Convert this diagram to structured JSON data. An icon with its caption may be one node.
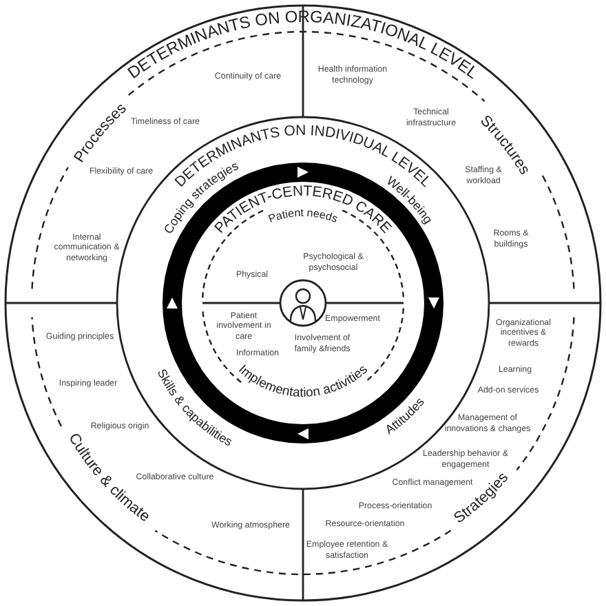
{
  "diagram": {
    "nodes": [
      {
        "text": [
          "DETERMINANTS ON ORGANIZATIONAL LEVEL",
          "Processes",
          "Continuity of care",
          "Timeliness of care",
          "Flexibility of care",
          "Internal communication & networking",
          "Structures",
          "Health information technology",
          "Technical infrastructure",
          "Staffing & workload",
          "Rooms & buildings",
          "Culture & climate",
          "Guiding principles",
          "Inspiring leader",
          "Religious origin",
          "Collaborative culture",
          "Working atmosphere",
          "Strategies",
          "Organizational incentives & rewards",
          "Learning",
          "Add-on services",
          "Management of innovations & changes",
          "Leadership behavior & engagement",
          "Conflict management",
          "Process-orientation",
          "Resource-orientation",
          "Employee retention & satisfaction"
        ]
      },
      {
        "text": [
          "DETERMINANTS ON INDIVIDUAL LEVEL",
          "Coping strategies",
          "Well-being",
          "Skills & capabilities",
          "Attitudes"
        ],
        "in": 0
      },
      {
        "text": [
          "PATIENT-CENTERED CARE",
          "Patient needs",
          "Physical",
          "Psychological & psychosocial",
          "Patient involvement in care",
          "Information",
          "Empowerment",
          "Involvement of family &friends",
          "Implementation activities"
        ],
        "in": 1
      }
    ]
  }
}
